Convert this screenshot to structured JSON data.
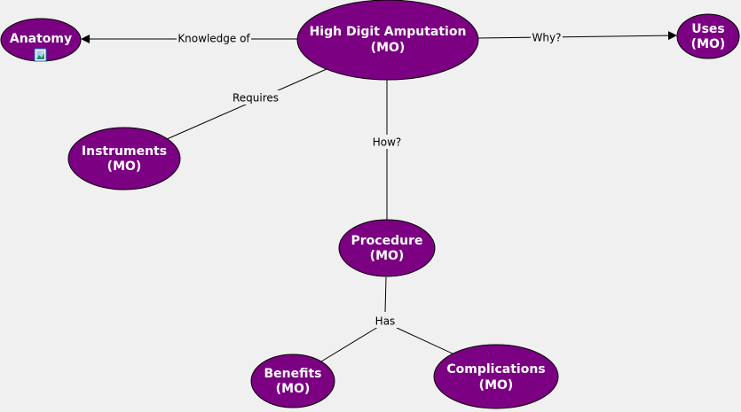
{
  "colors": {
    "background": "#f0f0f0",
    "node_fill": "#7b0082",
    "node_stroke": "#000000",
    "node_text": "#ffffff",
    "line": "#000000",
    "link_label_bg": "#f0f0f0"
  },
  "nodes": {
    "main": {
      "line1": "High Digit Amputation",
      "line2": "(MO)"
    },
    "anatomy": {
      "line1": "Anatomy",
      "icon": "image-icon"
    },
    "uses": {
      "line1": "Uses",
      "line2": "(MO)"
    },
    "instruments": {
      "line1": "Instruments",
      "line2": "(MO)"
    },
    "procedure": {
      "line1": "Procedure",
      "line2": "(MO)"
    },
    "benefits": {
      "line1": "Benefits",
      "line2": "(MO)"
    },
    "complications": {
      "line1": "Complications",
      "line2": "(MO)"
    }
  },
  "links": {
    "knowledge_of": "Knowledge of",
    "why": "Why?",
    "requires": "Requires",
    "how": "How?",
    "has": "Has"
  }
}
